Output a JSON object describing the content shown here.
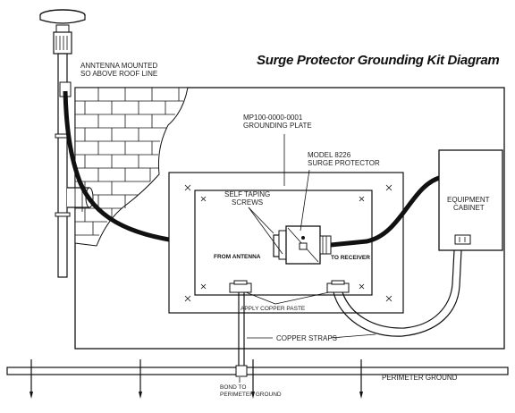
{
  "title": "Surge Protector Grounding Kit Diagram",
  "labels": {
    "antenna": [
      "ANNTENNA MOUNTED",
      "SO ABOVE ROOF LINE"
    ],
    "plate": [
      "MP100-0000-0001",
      "GROUNDING PLATE"
    ],
    "protector": [
      "MODEL 8226",
      "SURGE PROTECTOR"
    ],
    "screws": [
      "SELF TAPING",
      "SCREWS"
    ],
    "from_antenna": "FROM ANTENNA",
    "to_receiver": "TO RECEIVER",
    "cabinet": [
      "EQUIPMENT",
      "CABINET"
    ],
    "paste": "APPLY COPPER PASTE",
    "straps": "COPPER STRAPS",
    "bond": [
      "BOND TO",
      "PERIMETER GROUND"
    ],
    "perimeter": "PERIMETER GROUND"
  }
}
